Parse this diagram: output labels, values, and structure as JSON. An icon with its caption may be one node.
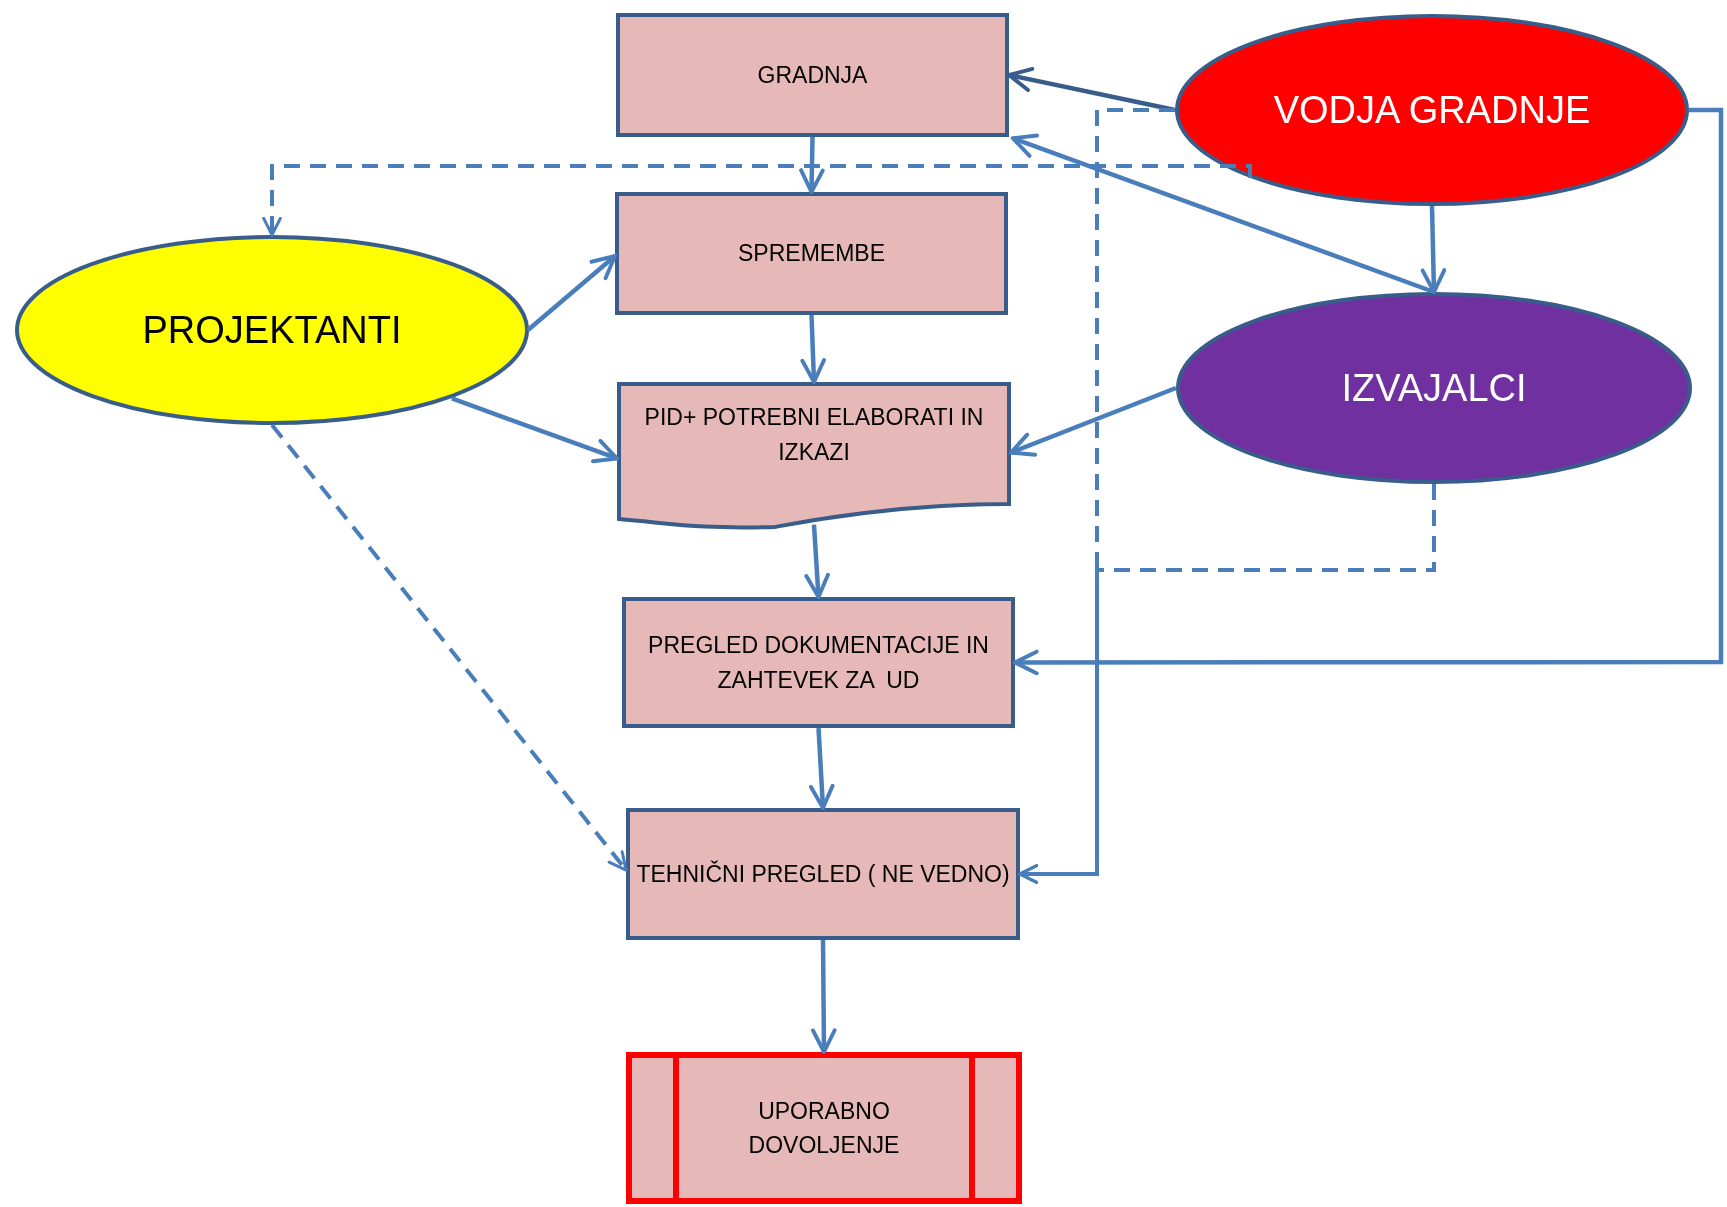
{
  "diagram": {
    "nodes": [
      {
        "text": [
          "GRADNJA"
        ]
      },
      {
        "text": [
          "VODJA GRADNJE"
        ]
      },
      {
        "text": [
          "PROJEKTANTI"
        ]
      },
      {
        "text": [
          "SPREMEMBE"
        ]
      },
      {
        "text": [
          "IZVAJALCI"
        ]
      },
      {
        "text": [
          "PID+ POTREBNI ELABORATI IN IZKAZI"
        ]
      },
      {
        "text": [
          "PREGLED DOKUMENTACIJE IN ZAHTEVEK ZA  UD"
        ]
      },
      {
        "text": [
          "TEHNIČNI PREGLED ( NE VEDNO)"
        ]
      },
      {
        "text": [
          "UPORABNO DOVOLJENJE"
        ]
      }
    ],
    "edges": [
      {
        "from": 1,
        "to": 0,
        "arrow": "to",
        "color": "#385d8a"
      },
      {
        "from": 0,
        "to": 3,
        "arrow": "to"
      },
      {
        "from": 1,
        "to": 2,
        "arrow": "to",
        "style": "dashed"
      },
      {
        "from": 4,
        "to": 0,
        "arrow": "to"
      },
      {
        "from": 1,
        "to": 4,
        "arrow": "to"
      },
      {
        "from": 2,
        "to": 3,
        "arrow": "to"
      },
      {
        "from": 2,
        "to": 5,
        "arrow": "to"
      },
      {
        "from": 3,
        "to": 5,
        "arrow": "to"
      },
      {
        "from": 4,
        "to": 5,
        "arrow": "to"
      },
      {
        "from": 5,
        "to": 6,
        "arrow": "to"
      },
      {
        "from": 1,
        "to": 6,
        "arrow": "to"
      },
      {
        "from": 1,
        "to": 7,
        "arrow": "to",
        "style": "dashed"
      },
      {
        "from": 4,
        "to": 7,
        "arrow": "to",
        "style": "dashed"
      },
      {
        "from": 2,
        "to": 7,
        "arrow": "to",
        "style": "dashed"
      },
      {
        "from": 6,
        "to": 7,
        "arrow": "to"
      },
      {
        "from": 7,
        "to": 8,
        "arrow": "to"
      }
    ]
  }
}
